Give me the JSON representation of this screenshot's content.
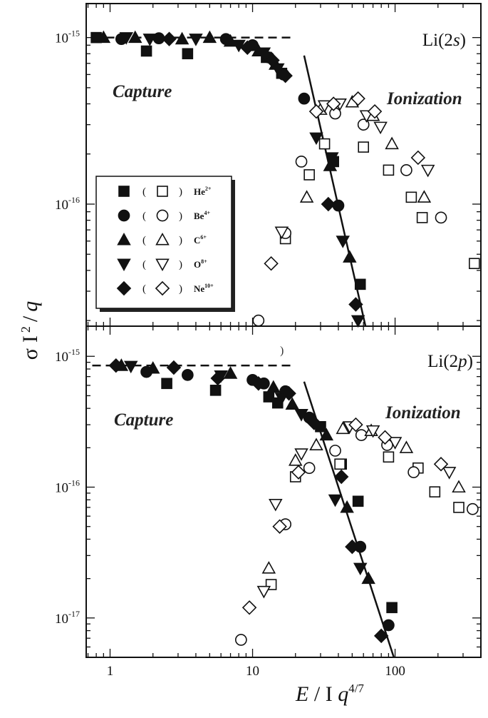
{
  "colors": {
    "ink": "#111111",
    "background": "#ffffff"
  },
  "x_axis": {
    "label_prefix": "E / I q",
    "label_exponent": "4/7",
    "scale": "log",
    "range": [
      0.68,
      400
    ],
    "ticks": [
      {
        "value": 1,
        "label": "1"
      },
      {
        "value": 10,
        "label": "10"
      },
      {
        "value": 100,
        "label": "100"
      }
    ]
  },
  "y_axis": {
    "label": "σ I 2 / q",
    "label_parts": {
      "sigma": "σ",
      "i": "I",
      "exp": "2",
      "div": "/",
      "q": "q"
    }
  },
  "annotations": {
    "stray_mark": ")"
  },
  "legend": {
    "open_paren": "(",
    "close_paren": ")",
    "entries": [
      {
        "label": "He",
        "charge": "2+",
        "marker": "square"
      },
      {
        "label": "Be",
        "charge": "4+",
        "marker": "circle"
      },
      {
        "label": "C",
        "charge": "6+",
        "marker": "triangle-up"
      },
      {
        "label": "O",
        "charge": "8+",
        "marker": "triangle-down"
      },
      {
        "label": "Ne",
        "charge": "10+",
        "marker": "diamond"
      }
    ]
  },
  "chart_data": [
    {
      "type": "scatter",
      "panel_label": "Li(2s)",
      "panel_label_parts": {
        "pre": "Li(2",
        "orb": "s",
        "post": ")"
      },
      "capture_label": "Capture",
      "ionization_label": "Ionization",
      "yscale": "log",
      "ylim": [
        1.85e-17,
        1.6e-15
      ],
      "y_ticks": [
        {
          "value": 1e-15,
          "base": "10",
          "exp": "-15"
        },
        {
          "value": 1e-16,
          "base": "10",
          "exp": "-16"
        }
      ],
      "lines": [
        {
          "style": "dashed",
          "points": [
            [
              0.75,
              1e-15
            ],
            [
              19,
              1e-15
            ]
          ]
        },
        {
          "style": "solid",
          "points": [
            [
              23,
              7.8e-16
            ],
            [
              62,
              1.85e-17
            ]
          ]
        }
      ],
      "series": [
        {
          "name": "He",
          "charge": "2+",
          "kind": "capture",
          "marker": "square",
          "filled": true,
          "points": [
            [
              0.8,
              1e-15
            ],
            [
              1.8,
              8.3e-16
            ],
            [
              3.5,
              8e-16
            ],
            [
              12.5,
              7.6e-16
            ],
            [
              16,
              6.1e-16
            ],
            [
              37,
              1.8e-16
            ],
            [
              57,
              3.3e-17
            ]
          ]
        },
        {
          "name": "Be",
          "charge": "4+",
          "kind": "capture",
          "marker": "circle",
          "filled": true,
          "points": [
            [
              1.2,
              9.8e-16
            ],
            [
              2.2,
              9.9e-16
            ],
            [
              6.5,
              9.8e-16
            ],
            [
              10,
              9e-16
            ],
            [
              13,
              7.6e-16
            ],
            [
              16.5,
              6e-16
            ],
            [
              23,
              4.3e-16
            ],
            [
              40,
              9.8e-17
            ]
          ]
        },
        {
          "name": "C",
          "charge": "6+",
          "kind": "capture",
          "marker": "triangle-up",
          "filled": true,
          "points": [
            [
              0.9,
              1e-15
            ],
            [
              1.5,
              1e-15
            ],
            [
              3.2,
              9.8e-16
            ],
            [
              5,
              1e-15
            ],
            [
              7,
              9.5e-16
            ],
            [
              11,
              8.3e-16
            ],
            [
              14.5,
              6.9e-16
            ],
            [
              35,
              1.7e-16
            ],
            [
              48,
              4.8e-17
            ]
          ]
        },
        {
          "name": "O",
          "charge": "8+",
          "kind": "capture",
          "marker": "triangle-down",
          "filled": true,
          "points": [
            [
              1.3,
              1e-15
            ],
            [
              1.9,
              9.8e-16
            ],
            [
              4,
              9.8e-16
            ],
            [
              8,
              9e-16
            ],
            [
              12,
              8.1e-16
            ],
            [
              15,
              6.5e-16
            ],
            [
              28,
              2.5e-16
            ],
            [
              36,
              1.9e-16
            ],
            [
              43,
              6e-17
            ],
            [
              55,
              2e-17
            ]
          ]
        },
        {
          "name": "Ne",
          "charge": "10+",
          "kind": "capture",
          "marker": "diamond",
          "filled": true,
          "points": [
            [
              2.6,
              9.8e-16
            ],
            [
              9.2,
              8.7e-16
            ],
            [
              13.8,
              7.3e-16
            ],
            [
              17,
              5.9e-16
            ],
            [
              34,
              1e-16
            ],
            [
              53,
              2.5e-17
            ]
          ]
        },
        {
          "name": "He",
          "charge": "2+",
          "kind": "ionization",
          "marker": "square",
          "filled": false,
          "points": [
            [
              17,
              6.2e-17
            ],
            [
              25,
              1.5e-16
            ],
            [
              32,
              2.3e-16
            ],
            [
              60,
              2.2e-16
            ],
            [
              90,
              1.6e-16
            ],
            [
              130,
              1.1e-16
            ],
            [
              155,
              8.3e-17
            ],
            [
              360,
              4.4e-17
            ]
          ]
        },
        {
          "name": "Be",
          "charge": "4+",
          "kind": "ionization",
          "marker": "circle",
          "filled": false,
          "points": [
            [
              11,
              2e-17
            ],
            [
              17,
              6.7e-17
            ],
            [
              22,
              1.8e-16
            ],
            [
              38,
              3.5e-16
            ],
            [
              60,
              3e-16
            ],
            [
              120,
              1.6e-16
            ],
            [
              210,
              8.3e-17
            ]
          ]
        },
        {
          "name": "C",
          "charge": "6+",
          "kind": "ionization",
          "marker": "triangle-up",
          "filled": false,
          "points": [
            [
              24,
              1.1e-16
            ],
            [
              30,
              3.7e-16
            ],
            [
              50,
              4.1e-16
            ],
            [
              70,
              3.4e-16
            ],
            [
              95,
              2.3e-16
            ],
            [
              160,
              1.1e-16
            ]
          ]
        },
        {
          "name": "O",
          "charge": "8+",
          "kind": "ionization",
          "marker": "triangle-down",
          "filled": false,
          "points": [
            [
              16,
              6.8e-17
            ],
            [
              32,
              3.9e-16
            ],
            [
              41,
              4e-16
            ],
            [
              63,
              3.4e-16
            ],
            [
              79,
              2.9e-16
            ],
            [
              170,
              1.6e-16
            ]
          ]
        },
        {
          "name": "Ne",
          "charge": "10+",
          "kind": "ionization",
          "marker": "diamond",
          "filled": false,
          "points": [
            [
              13.5,
              4.4e-17
            ],
            [
              28,
              3.6e-16
            ],
            [
              37,
              4e-16
            ],
            [
              55,
              4.3e-16
            ],
            [
              72,
              3.6e-16
            ],
            [
              145,
              1.9e-16
            ]
          ]
        }
      ]
    },
    {
      "type": "scatter",
      "panel_label": "Li(2p)",
      "panel_label_parts": {
        "pre": "Li(2",
        "orb": "p",
        "post": ")"
      },
      "capture_label": "Capture",
      "ionization_label": "Ionization",
      "yscale": "log",
      "ylim": [
        5e-18,
        1.7e-15
      ],
      "y_ticks": [
        {
          "value": 1e-15,
          "base": "10",
          "exp": "-15"
        },
        {
          "value": 1e-16,
          "base": "10",
          "exp": "-16"
        },
        {
          "value": 1e-17,
          "base": "10",
          "exp": "-17"
        }
      ],
      "lines": [
        {
          "style": "dashed",
          "points": [
            [
              0.75,
              8.5e-16
            ],
            [
              19,
              8.5e-16
            ]
          ]
        },
        {
          "style": "solid",
          "points": [
            [
              23,
              6.4e-16
            ],
            [
              98,
              5e-18
            ]
          ]
        }
      ],
      "series": [
        {
          "name": "He",
          "charge": "2+",
          "kind": "capture",
          "marker": "square",
          "filled": true,
          "points": [
            [
              2.5,
              6.2e-16
            ],
            [
              5.5,
              5.5e-16
            ],
            [
              13,
              4.9e-16
            ],
            [
              15,
              4.4e-16
            ],
            [
              30,
              2.9e-16
            ],
            [
              42,
              1.5e-16
            ],
            [
              55,
              7.8e-17
            ],
            [
              95,
              1.2e-17
            ]
          ]
        },
        {
          "name": "Be",
          "charge": "4+",
          "kind": "capture",
          "marker": "circle",
          "filled": true,
          "points": [
            [
              1.8,
              7.6e-16
            ],
            [
              3.5,
              7.2e-16
            ],
            [
              10,
              6.6e-16
            ],
            [
              12,
              6.2e-16
            ],
            [
              17,
              5.4e-16
            ],
            [
              25,
              3.4e-16
            ],
            [
              57,
              3.5e-17
            ],
            [
              90,
              8.8e-18
            ]
          ]
        },
        {
          "name": "C",
          "charge": "6+",
          "kind": "capture",
          "marker": "triangle-up",
          "filled": true,
          "points": [
            [
              1.2,
              8.5e-16
            ],
            [
              2,
              8.1e-16
            ],
            [
              7,
              7.4e-16
            ],
            [
              14,
              5.8e-16
            ],
            [
              19,
              4.3e-16
            ],
            [
              33,
              2.5e-16
            ],
            [
              46,
              7e-17
            ],
            [
              65,
              2e-17
            ]
          ]
        },
        {
          "name": "O",
          "charge": "8+",
          "kind": "capture",
          "marker": "triangle-down",
          "filled": true,
          "points": [
            [
              1.4,
              8.4e-16
            ],
            [
              6,
              7.1e-16
            ],
            [
              16,
              4.8e-16
            ],
            [
              22,
              3.6e-16
            ],
            [
              38,
              8e-17
            ],
            [
              57,
              2.4e-17
            ]
          ]
        },
        {
          "name": "Ne",
          "charge": "10+",
          "kind": "capture",
          "marker": "diamond",
          "filled": true,
          "points": [
            [
              1.1,
              8.5e-16
            ],
            [
              2.8,
              8.2e-16
            ],
            [
              5.7,
              6.8e-16
            ],
            [
              11,
              6.2e-16
            ],
            [
              18,
              5.2e-16
            ],
            [
              27,
              3.1e-16
            ],
            [
              42,
              1.2e-16
            ],
            [
              50,
              3.5e-17
            ],
            [
              80,
              7.3e-18
            ]
          ]
        },
        {
          "name": "He",
          "charge": "2+",
          "kind": "ionization",
          "marker": "square",
          "filled": false,
          "points": [
            [
              13.5,
              1.8e-17
            ],
            [
              20,
              1.2e-16
            ],
            [
              41,
              1.5e-16
            ],
            [
              90,
              1.7e-16
            ],
            [
              145,
              1.4e-16
            ],
            [
              190,
              9.2e-17
            ],
            [
              280,
              7e-17
            ]
          ]
        },
        {
          "name": "Be",
          "charge": "4+",
          "kind": "ionization",
          "marker": "circle",
          "filled": false,
          "points": [
            [
              8.3,
              6.8e-18
            ],
            [
              17,
              5.2e-17
            ],
            [
              25,
              1.4e-16
            ],
            [
              38,
              1.9e-16
            ],
            [
              58,
              2.5e-16
            ],
            [
              88,
              2.1e-16
            ],
            [
              135,
              1.3e-16
            ],
            [
              350,
              6.8e-17
            ]
          ]
        },
        {
          "name": "C",
          "charge": "6+",
          "kind": "ionization",
          "marker": "triangle-up",
          "filled": false,
          "points": [
            [
              13,
              2.4e-17
            ],
            [
              20,
              1.6e-16
            ],
            [
              28,
              2.1e-16
            ],
            [
              43,
              2.8e-16
            ],
            [
              68,
              2.7e-16
            ],
            [
              120,
              2e-16
            ],
            [
              280,
              1e-16
            ]
          ]
        },
        {
          "name": "O",
          "charge": "8+",
          "kind": "ionization",
          "marker": "triangle-down",
          "filled": false,
          "points": [
            [
              12,
              1.6e-17
            ],
            [
              14.5,
              7.4e-17
            ],
            [
              22,
              1.8e-16
            ],
            [
              48,
              2.9e-16
            ],
            [
              70,
              2.7e-16
            ],
            [
              100,
              2.2e-16
            ],
            [
              240,
              1.3e-16
            ]
          ]
        },
        {
          "name": "Ne",
          "charge": "10+",
          "kind": "ionization",
          "marker": "diamond",
          "filled": false,
          "points": [
            [
              9.5,
              1.2e-17
            ],
            [
              15.5,
              5e-17
            ],
            [
              21,
              1.3e-16
            ],
            [
              53,
              3e-16
            ],
            [
              85,
              2.4e-16
            ],
            [
              210,
              1.5e-16
            ]
          ]
        }
      ]
    }
  ]
}
